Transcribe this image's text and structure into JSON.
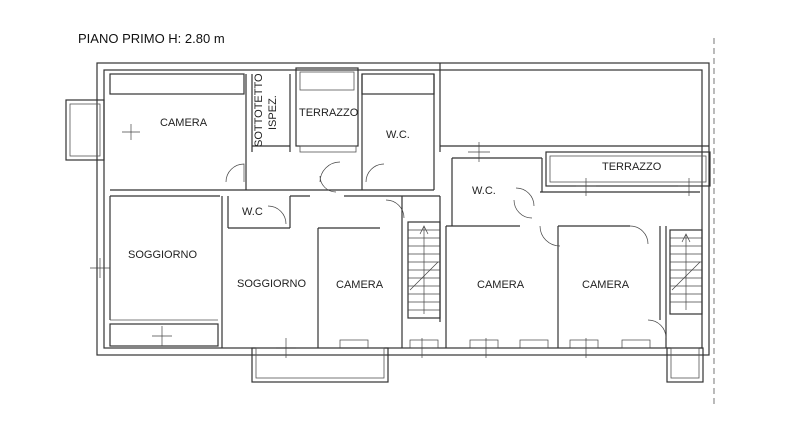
{
  "title": "PIANO PRIMO   H: 2.80 m",
  "rooms": {
    "camera_1": "CAMERA",
    "sottotetto": "SOTTOTETTO",
    "ispez": "ISPEZ.",
    "terrazzo_1": "TERRAZZO",
    "wc_1": "W.C.",
    "wc_2": "W.C.",
    "terrazzo_2": "TERRAZZO",
    "wc_3": "W.C",
    "soggiorno_1": "SOGGIORNO",
    "soggiorno_2": "SOGGIORNO",
    "camera_2": "CAMERA",
    "camera_3": "CAMERA",
    "camera_4": "CAMERA"
  }
}
